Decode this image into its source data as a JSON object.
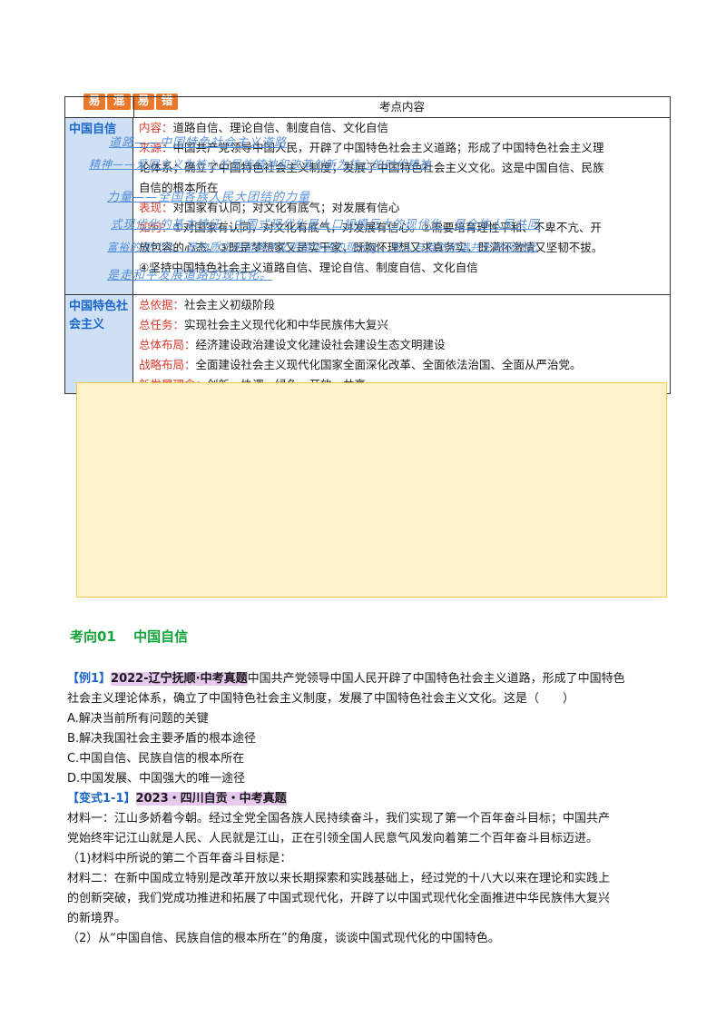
{
  "badge": [
    "易",
    "混",
    "易",
    "错"
  ],
  "table": {
    "header": "考点内容",
    "rows": [
      {
        "name": "中国自信",
        "lines": [
          {
            "k": "内容：",
            "v": "道路自信、理论自信、制度自信、文化自信"
          },
          {
            "k": "来源：",
            "v": "中国共产党领导中国人民，开辟了中国特色社会主义道路；形成了中国特色社会主义理"
          },
          {
            "k": "",
            "v": "论体系；确立了中国特色社会主义制度；发展了中国特色社会主义文化。这是中国自信、民族"
          },
          {
            "k": "",
            "v": "自信的根本所在"
          },
          {
            "k": "表现：",
            "v": "对国家有认同；对文化有底气；对发展有信心"
          },
          {
            "k": "如何：",
            "v": "①对国家有认同，对文化有底气，对发展有信心。②需要培育理性平和、不卑不亢、开"
          },
          {
            "k": "",
            "v": "放包容的心态。③既是梦想家又是实干家，既胸怀理想又求真务实，既满怀激情又坚韧不拔。"
          },
          {
            "k": "",
            "v": "④坚持中国特色社会主义道路自信、理论自信、制度自信、文化自信"
          }
        ]
      },
      {
        "name": "中国特色社会主义",
        "lines": [
          {
            "k": "总依据：",
            "v": "社会主义初级阶段"
          },
          {
            "k": "总任务：",
            "v": "实现社会主义现代化和中华民族伟大复兴"
          },
          {
            "k": "总体布局：",
            "v": "经济建设政治建设文化建设社会建设生态文明建设"
          },
          {
            "k": "战略布局：",
            "v": "全面建设社会主义现代化国家全面深化改革、全面依法治国、全面从严治党。"
          },
          {
            "k": "新发展理念：",
            "v": "创新、协调、绿色、开放、共享。"
          }
        ]
      }
    ],
    "handwriting": [
      "道路——中国特色社会主义道路",
      "精神——爱国主义为核心的民族精神和改革创新为核心的时代精神",
      "力量——全国各族人民大团结的力量",
      "式现代化的基本特征：中国式现代化是人口规模巨大的现代化、是全体人民共同",
      "富裕的现代化、是物质文明和精神文明相协调的现代化、是人与自然和谐共生的现代化",
      "是走和平发展道路的现代化。"
    ]
  },
  "section": {
    "num": "考向01",
    "title": "中国自信"
  },
  "example1": {
    "tag": "【例1】",
    "source": "2022-辽宁抚顺·中考真题",
    "stem1": "中国共产党领导中国人民开辟了中国特色社会主义道路，形成了中国特色",
    "stem2": "社会主义理论体系，确立了中国特色社会主义制度，发展了中国特色社会主义文化。这是（　　）",
    "options": [
      "A.解决当前所有问题的关键",
      "B.解决我国社会主要矛盾的根本途径",
      "C.中国自信、民族自信的根本所在",
      "D.中国发展、中国强大的唯一途径"
    ]
  },
  "variant1": {
    "tag": "【变式1-1】",
    "source": "2023・四川自贡・中考真题",
    "lines": [
      "材料一：江山多娇着今朝。经过全党全国各族人民持续奋斗，我们实现了第一个百年奋斗目标；中国共产",
      "党始终牢记江山就是人民、人民就是江山，正在引领全国人民意气风发向着第二个百年奋斗目标迈进。",
      "（1)材料中所说的第二个百年奋斗目标是：",
      "材料二：在新中国成立特别是改革开放以来长期探索和实践基础上，经过党的十八大以来在理论和实践上",
      "的创新突破，我们党成功推进和拓展了中国式现代化，开辟了以中国式现代化全面推进中华民族伟大复兴",
      "的新境界。",
      "（2）从“中国自信、民族自信的根本所在”的角度，谈谈中国式现代化的中国特色。"
    ]
  }
}
